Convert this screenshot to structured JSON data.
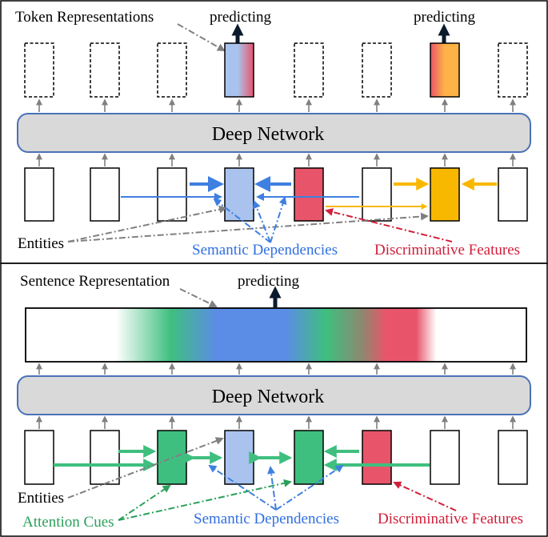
{
  "top_panel": {
    "label_token_representations": "Token Representations",
    "predicting_1": "predicting",
    "predicting_2": "predicting",
    "deep_network": "Deep Network",
    "label_entities": "Entities",
    "label_semantic_dependencies": "Semantic Dependencies",
    "label_discriminative_features": "Discriminative Features"
  },
  "bottom_panel": {
    "label_sentence_representation": "Sentence Representation",
    "predicting": "predicting",
    "deep_network": "Deep Network",
    "label_entities": "Entities",
    "label_attention_cues": "Attention Cues",
    "label_semantic_dependencies": "Semantic Dependencies",
    "label_discriminative_features": "Discriminative Features"
  },
  "colors": {
    "semantic_blue": "#3f7fe0",
    "token_blue_fill": "#a9c3ee",
    "discriminative_red": "#e8556a",
    "entity_orange": "#f9b800",
    "attention_green": "#3fbf7f",
    "network_fill": "#d9d9d9",
    "network_border": "#4a72b8",
    "label_blue": "#2f6fe0",
    "label_red": "#d0203a",
    "label_green": "#2aa05a",
    "arrow_gray": "#808080"
  }
}
